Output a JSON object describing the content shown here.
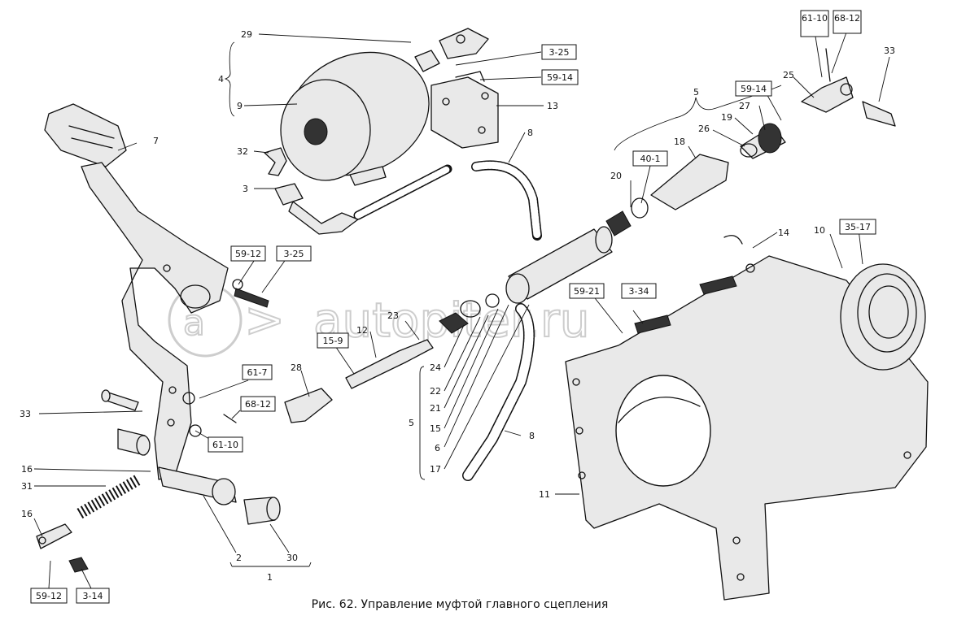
{
  "caption": "Рис. 62. Управление муфтой главного сцепления",
  "watermark": "autopiter.ru",
  "labels": {
    "l29": "29",
    "l4": "4",
    "l9": "9",
    "l32": "32",
    "l3": "3",
    "l8a": "8",
    "l7": "7",
    "l5a": "5",
    "l25": "25",
    "l33a": "33",
    "l27": "27",
    "l19": "19",
    "l26": "26",
    "l18": "18",
    "l20": "20",
    "l14": "14",
    "l10": "10",
    "l23": "23",
    "l12": "12",
    "l28": "28",
    "l24": "24",
    "l22": "22",
    "l21": "21",
    "l15": "15",
    "l6": "6",
    "l17": "17",
    "l5b": "5",
    "l8b": "8",
    "l33b": "33",
    "l16a": "16",
    "l31": "31",
    "l16b": "16",
    "l2": "2",
    "l30": "30",
    "l1": "1",
    "l11": "11"
  },
  "boxes": {
    "b325a": "3-25",
    "b5914a": "59-14",
    "l13": "13",
    "b6110a": "61-10",
    "b6812a": "68-12",
    "b5914b": "59-14",
    "b401": "40-1",
    "b5912a": "59-12",
    "b325b": "3-25",
    "b3517": "35-17",
    "b5921": "59-21",
    "b334": "3-34",
    "b159": "15-9",
    "b617": "61-7",
    "b6812b": "68-12",
    "b6110b": "61-10",
    "b5912b": "59-12",
    "b314": "3-14"
  }
}
